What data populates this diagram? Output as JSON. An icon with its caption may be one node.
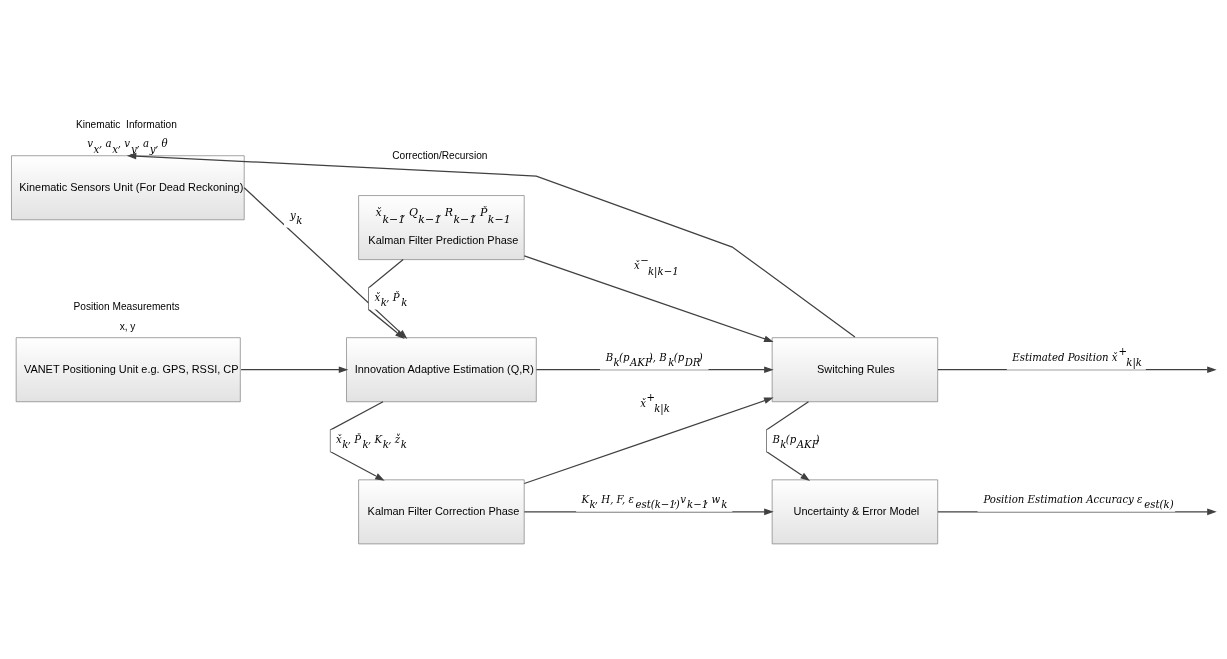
{
  "diagram": {
    "nodes": [
      {
        "text": [
          "Kinematic Sensors Unit (For Dead Reckoning)"
        ],
        "beside": [
          "Kinematic  Information",
          "v$_{x}$, a$_{x}$, v$_{y}$, a$_{y}$, θ"
        ]
      },
      {
        "text": [
          "VANET Positioning Unit e.g. GPS, RSSI, CP"
        ],
        "beside": [
          "Position Measurements",
          "x, y"
        ]
      },
      {
        "text": [
          "x̌$_{k−1}$, Q$_{k−1}$, R$_{k−1}$, P̌$_{k−1}$",
          "Kalman Filter Prediction Phase"
        ]
      },
      {
        "text": [
          "Innovation Adaptive Estimation (Q,R)"
        ]
      },
      {
        "text": [
          "Kalman Filter Correction Phase"
        ]
      },
      {
        "text": [
          "Switching Rules"
        ]
      },
      {
        "text": [
          "Uncertainty & Error Model"
        ]
      }
    ],
    "edges": [
      {
        "from": 5,
        "to": 0,
        "arrow": "to",
        "label": "Correction/Recursion"
      },
      {
        "from": 0,
        "to": 3,
        "arrow": "to",
        "label": "y$_{k}$"
      },
      {
        "from": 1,
        "to": 3,
        "arrow": "to"
      },
      {
        "from": 2,
        "to": 3,
        "arrow": "to",
        "label": "x̌$_{k}$, P̌$_{k}$"
      },
      {
        "from": 2,
        "to": 5,
        "arrow": "to",
        "label": "x̌$^{−}$$_{k|k−1}$"
      },
      {
        "from": 3,
        "to": 5,
        "arrow": "to",
        "label": "B$_{k}$(p$_{AKF}$), B$_{k}$(p$_{DR}$)"
      },
      {
        "from": 3,
        "to": 4,
        "arrow": "to",
        "label": "x̌$_{k}$, P̌$_{k}$, K$_{k}$, ž$_{k}$"
      },
      {
        "from": 4,
        "to": 5,
        "arrow": "to",
        "label": "x̌$^{+}$$_{k|k}$"
      },
      {
        "from": 5,
        "to": null,
        "arrow": "to",
        "label": "Estimated Position x̌$^{+}$$_{k|k}$"
      },
      {
        "from": 5,
        "to": 6,
        "arrow": "to",
        "label": "B$_{k}$(p$_{AKF}$)"
      },
      {
        "from": 4,
        "to": 6,
        "arrow": "to",
        "label": "K$_{k}$, H, F, ε$_{est(k−1)}$, v$_{k−1}$, w$_{k}$"
      },
      {
        "from": 6,
        "to": null,
        "arrow": "to",
        "label": "Position Estimation Accuracy ε$_{est(k)}$"
      }
    ]
  }
}
